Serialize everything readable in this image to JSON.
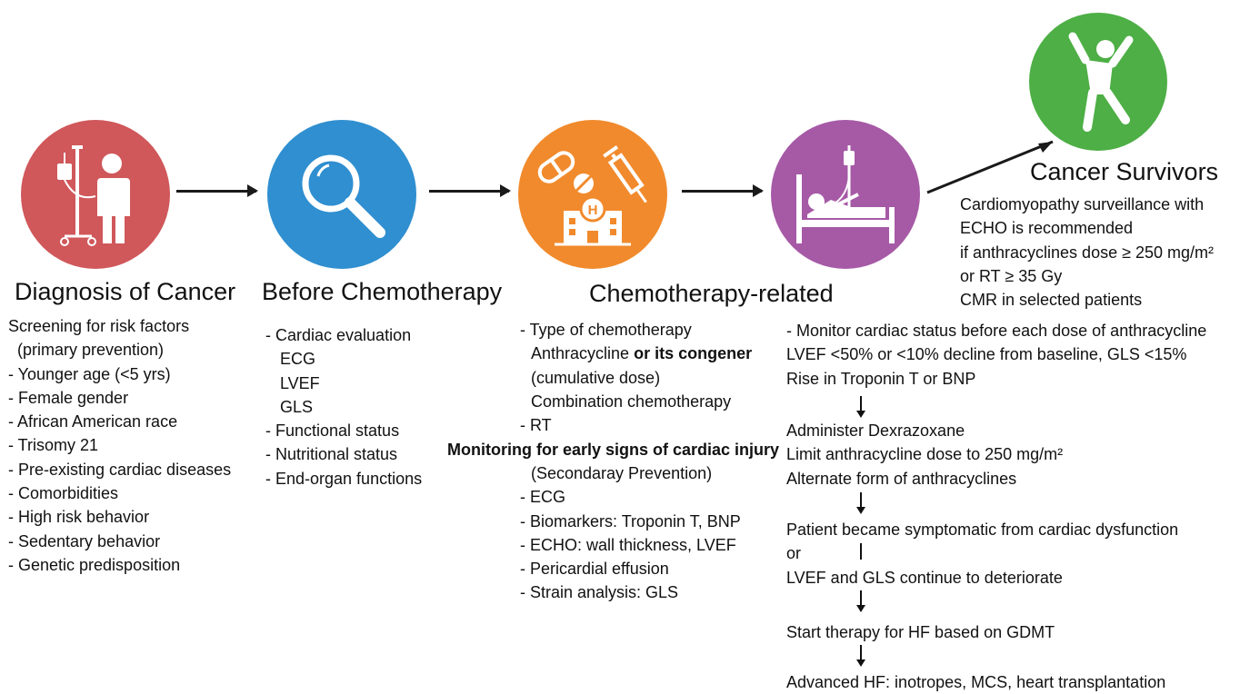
{
  "colors": {
    "diagnosis": "#d0575a",
    "before": "#2f8fd0",
    "chemo": "#f18a2c",
    "related": "#a65aa6",
    "survivor": "#4daf45"
  },
  "icons": {
    "diagnosis": "patient-iv-icon",
    "before": "magnifier-icon",
    "chemo": "hospital-pills-syringe-icon",
    "related": "patient-bed-icon",
    "survivor": "celebrating-person-icon"
  },
  "stages": {
    "diagnosis": {
      "title": "Diagnosis of Cancer",
      "lines": [
        "Screening for risk factors",
        "  (primary prevention)",
        "- Younger age (<5 yrs)",
        "- Female gender",
        "- African American race",
        "- Trisomy 21",
        "- Pre-existing cardiac diseases",
        "- Comorbidities",
        "- High risk behavior",
        "- Sedentary behavior",
        "- Genetic predisposition"
      ]
    },
    "before": {
      "title": "Before Chemotherapy",
      "lines": [
        "- Cardiac evaluation",
        "ECG",
        "LVEF",
        "GLS",
        "- Functional status",
        "- Nutritional status",
        "- End-organ functions"
      ]
    },
    "chemo": {
      "title": "Chemotherapy-related",
      "type_label": "- Type of chemotherapy",
      "anthracycline": "Anthracycline",
      "congener": "or its congener",
      "cumulative": "(cumulative dose)",
      "combination": "Combination chemotherapy",
      "rt": "- RT",
      "monitoring": "Monitoring for early signs of cardiac injury",
      "secondary": "(Secondaray Prevention)",
      "monitor_items": [
        "- ECG",
        "- Biomarkers: Troponin T, BNP",
        "- ECHO: wall thickness, LVEF",
        "- Pericardial effusion",
        "- Strain analysis: GLS"
      ]
    },
    "related": {
      "group1": [
        "- Monitor cardiac status before each dose of anthracycline",
        "LVEF <50% or <10% decline from baseline, GLS <15%",
        "Rise in Troponin T or BNP"
      ],
      "group2": [
        "Administer Dexrazoxane",
        "Limit anthracycline dose to 250 mg/m²",
        "Alternate form of anthracyclines"
      ],
      "group3": [
        "Patient became symptomatic from cardiac dysfunction",
        "or",
        "LVEF and GLS continue to deteriorate"
      ],
      "step4": "Start therapy for HF based on GDMT",
      "step5": "Advanced HF: inotropes, MCS, heart transplantation"
    },
    "survivor": {
      "title": "Cancer Survivors",
      "lines": [
        "Cardiomyopathy surveillance with",
        "ECHO is recommended",
        "if anthracyclines dose ≥ 250 mg/m²",
        "or RT ≥ 35 Gy",
        "CMR in selected patients"
      ]
    }
  }
}
